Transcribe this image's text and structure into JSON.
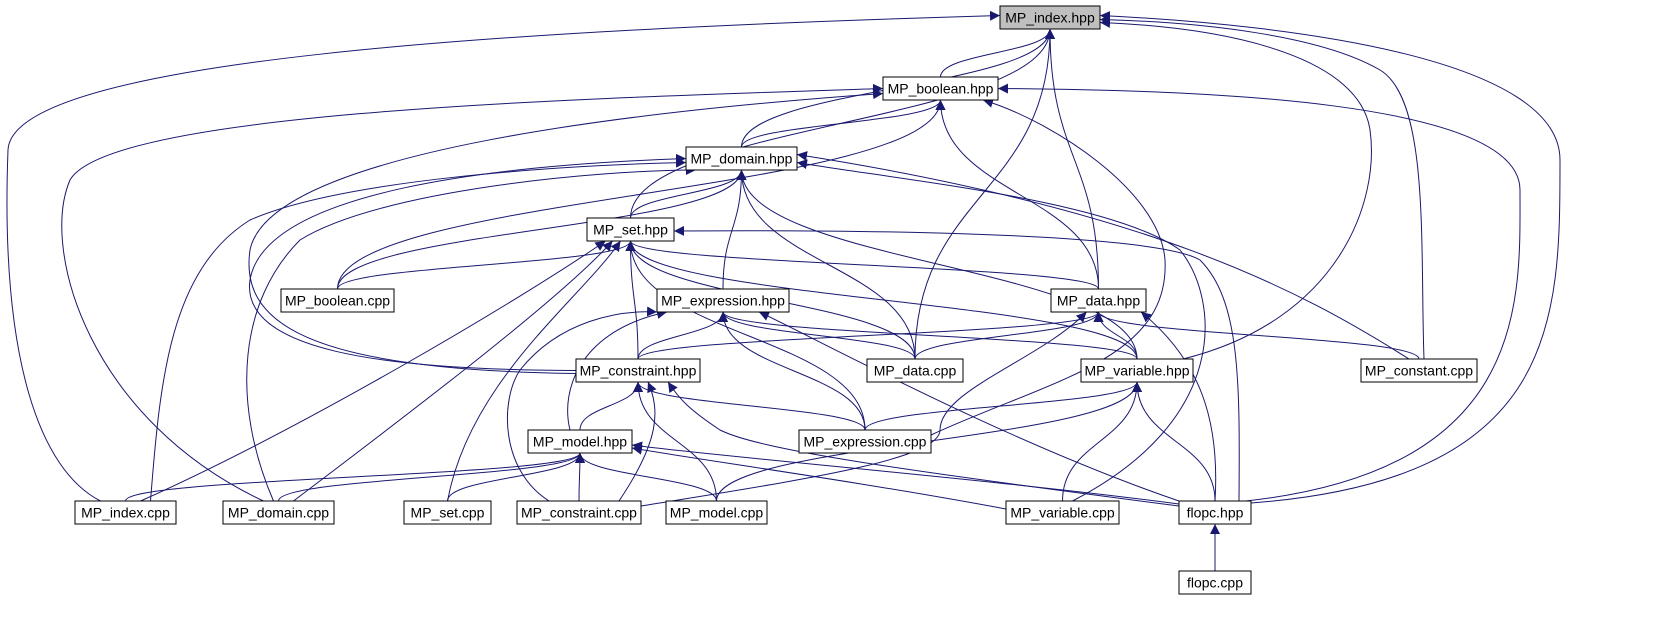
{
  "graph": {
    "colors": {
      "edge": "#191970",
      "node_border": "#000000",
      "node_fill": "#ffffff",
      "highlight_fill": "#bfbfbf"
    },
    "nodes": [
      {
        "id": "idx_hpp",
        "label": "MP_index.hpp",
        "highlight": true
      },
      {
        "id": "bool_hpp",
        "label": "MP_boolean.hpp"
      },
      {
        "id": "dom_hpp",
        "label": "MP_domain.hpp"
      },
      {
        "id": "set_hpp",
        "label": "MP_set.hpp"
      },
      {
        "id": "boolcpp",
        "label": "MP_boolean.cpp"
      },
      {
        "id": "expr_hpp",
        "label": "MP_expression.hpp"
      },
      {
        "id": "data_hpp",
        "label": "MP_data.hpp"
      },
      {
        "id": "cons_hpp",
        "label": "MP_constraint.hpp"
      },
      {
        "id": "datacpp",
        "label": "MP_data.cpp"
      },
      {
        "id": "var_hpp",
        "label": "MP_variable.hpp"
      },
      {
        "id": "constcpp",
        "label": "MP_constant.cpp"
      },
      {
        "id": "model_hpp",
        "label": "MP_model.hpp"
      },
      {
        "id": "exprcpp",
        "label": "MP_expression.cpp"
      },
      {
        "id": "idxcpp",
        "label": "MP_index.cpp"
      },
      {
        "id": "domcpp",
        "label": "MP_domain.cpp"
      },
      {
        "id": "setcpp",
        "label": "MP_set.cpp"
      },
      {
        "id": "conscpp",
        "label": "MP_constraint.cpp"
      },
      {
        "id": "modelcpp",
        "label": "MP_model.cpp"
      },
      {
        "id": "varcpp",
        "label": "MP_variable.cpp"
      },
      {
        "id": "flopchpp",
        "label": "flopc.hpp"
      },
      {
        "id": "flopccpp",
        "label": "flopc.cpp"
      }
    ],
    "edges": [
      [
        "bool_hpp",
        "idx_hpp"
      ],
      [
        "dom_hpp",
        "idx_hpp"
      ],
      [
        "set_hpp",
        "idx_hpp"
      ],
      [
        "data_hpp",
        "idx_hpp"
      ],
      [
        "datacpp",
        "idx_hpp"
      ],
      [
        "var_hpp",
        "idx_hpp"
      ],
      [
        "constcpp",
        "idx_hpp"
      ],
      [
        "idxcpp",
        "idx_hpp"
      ],
      [
        "flopchpp",
        "idx_hpp"
      ],
      [
        "domcpp",
        "bool_hpp"
      ],
      [
        "dom_hpp",
        "bool_hpp"
      ],
      [
        "boolcpp",
        "bool_hpp"
      ],
      [
        "cons_hpp",
        "bool_hpp"
      ],
      [
        "data_hpp",
        "bool_hpp"
      ],
      [
        "exprcpp",
        "bool_hpp"
      ],
      [
        "flopchpp",
        "bool_hpp"
      ],
      [
        "set_hpp",
        "dom_hpp"
      ],
      [
        "boolcpp",
        "dom_hpp"
      ],
      [
        "expr_hpp",
        "dom_hpp"
      ],
      [
        "cons_hpp",
        "dom_hpp"
      ],
      [
        "datacpp",
        "dom_hpp"
      ],
      [
        "var_hpp",
        "dom_hpp"
      ],
      [
        "constcpp",
        "dom_hpp"
      ],
      [
        "idxcpp",
        "dom_hpp"
      ],
      [
        "domcpp",
        "dom_hpp"
      ],
      [
        "varcpp",
        "dom_hpp"
      ],
      [
        "boolcpp",
        "set_hpp"
      ],
      [
        "cons_hpp",
        "set_hpp"
      ],
      [
        "data_hpp",
        "set_hpp"
      ],
      [
        "datacpp",
        "set_hpp"
      ],
      [
        "var_hpp",
        "set_hpp"
      ],
      [
        "exprcpp",
        "set_hpp"
      ],
      [
        "idxcpp",
        "set_hpp"
      ],
      [
        "domcpp",
        "set_hpp"
      ],
      [
        "setcpp",
        "set_hpp"
      ],
      [
        "flopchpp",
        "set_hpp"
      ],
      [
        "cons_hpp",
        "expr_hpp"
      ],
      [
        "model_hpp",
        "expr_hpp"
      ],
      [
        "conscpp",
        "expr_hpp"
      ],
      [
        "datacpp",
        "expr_hpp"
      ],
      [
        "var_hpp",
        "expr_hpp"
      ],
      [
        "exprcpp",
        "expr_hpp"
      ],
      [
        "flopchpp",
        "expr_hpp"
      ],
      [
        "cons_hpp",
        "data_hpp"
      ],
      [
        "datacpp",
        "data_hpp"
      ],
      [
        "var_hpp",
        "data_hpp"
      ],
      [
        "constcpp",
        "data_hpp"
      ],
      [
        "conscpp",
        "data_hpp"
      ],
      [
        "flopchpp",
        "data_hpp"
      ],
      [
        "model_hpp",
        "cons_hpp"
      ],
      [
        "exprcpp",
        "cons_hpp"
      ],
      [
        "conscpp",
        "cons_hpp"
      ],
      [
        "modelcpp",
        "cons_hpp"
      ],
      [
        "flopchpp",
        "cons_hpp"
      ],
      [
        "exprcpp",
        "var_hpp"
      ],
      [
        "modelcpp",
        "var_hpp"
      ],
      [
        "varcpp",
        "var_hpp"
      ],
      [
        "flopchpp",
        "var_hpp"
      ],
      [
        "idxcpp",
        "model_hpp"
      ],
      [
        "domcpp",
        "model_hpp"
      ],
      [
        "setcpp",
        "model_hpp"
      ],
      [
        "conscpp",
        "model_hpp"
      ],
      [
        "modelcpp",
        "model_hpp"
      ],
      [
        "varcpp",
        "model_hpp"
      ],
      [
        "flopchpp",
        "model_hpp"
      ],
      [
        "flopccpp",
        "flopchpp"
      ]
    ]
  }
}
